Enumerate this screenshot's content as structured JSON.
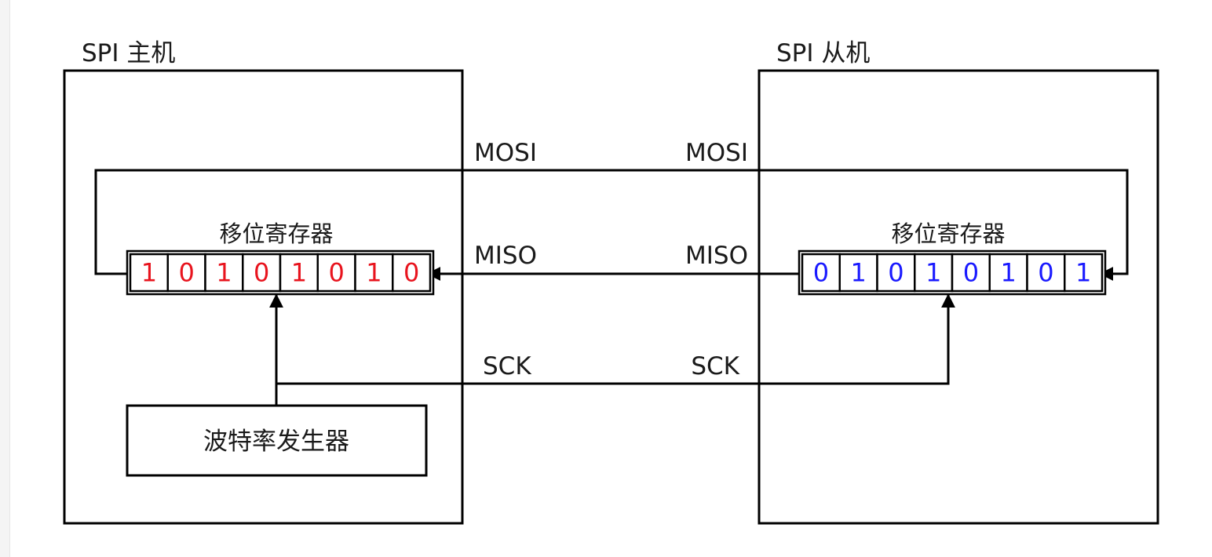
{
  "master": {
    "title": "SPI 主机",
    "register_title": "移位寄存器",
    "bits": [
      "1",
      "0",
      "1",
      "0",
      "1",
      "0",
      "1",
      "0"
    ],
    "bit_color": "#e8141e",
    "generator_label": "波特率发生器"
  },
  "slave": {
    "title": "SPI 从机",
    "register_title": "移位寄存器",
    "bits": [
      "0",
      "1",
      "0",
      "1",
      "0",
      "1",
      "0",
      "1"
    ],
    "bit_color": "#1a1aff"
  },
  "signals": {
    "mosi_left": "MOSI",
    "mosi_right": "MOSI",
    "miso_left": "MISO",
    "miso_right": "MISO",
    "sck_left": "SCK",
    "sck_right": "SCK"
  }
}
